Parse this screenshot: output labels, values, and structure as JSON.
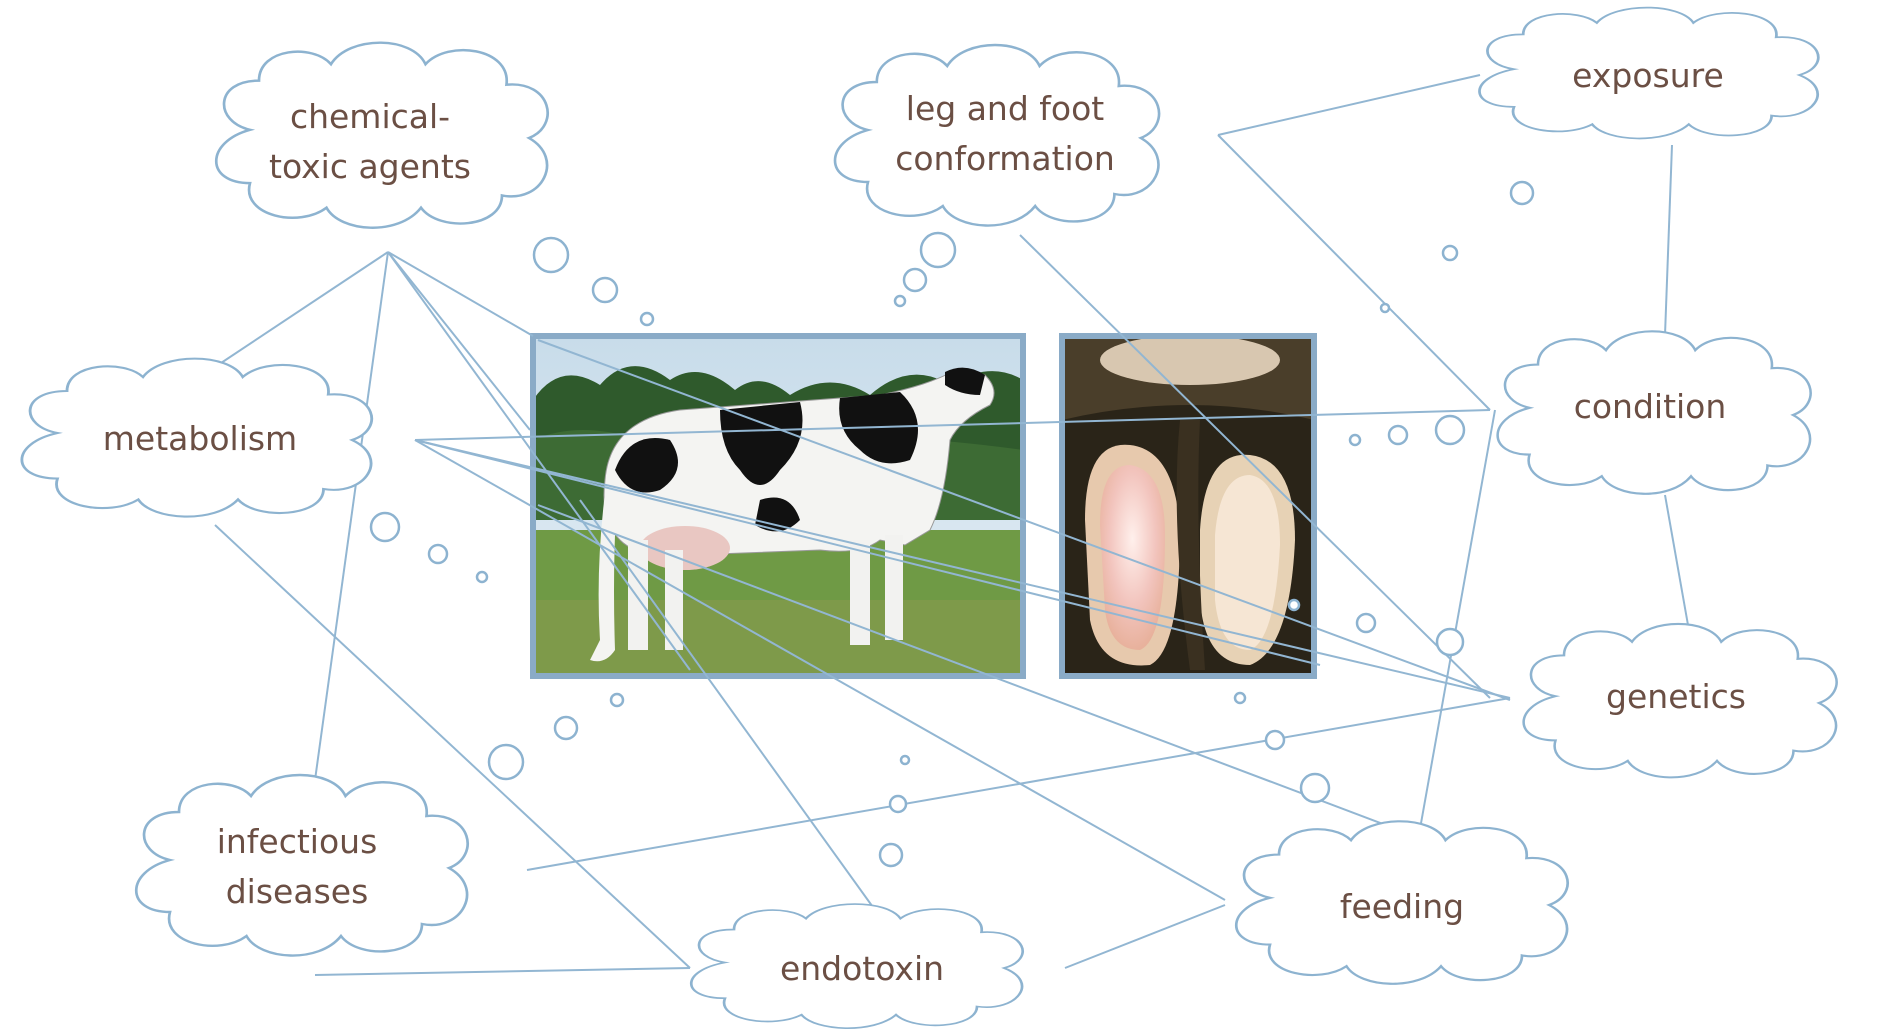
{
  "nodes": {
    "chemical_toxic": {
      "line1": "chemical-",
      "line2": "toxic agents"
    },
    "leg_foot": {
      "line1": "leg and foot",
      "line2": "conformation"
    },
    "exposure": {
      "label": "exposure"
    },
    "metabolism": {
      "label": "metabolism"
    },
    "condition": {
      "label": "condition"
    },
    "genetics": {
      "label": "genetics"
    },
    "infectious": {
      "line1": "infectious",
      "line2": "diseases"
    },
    "endotoxin": {
      "label": "endotoxin"
    },
    "feeding": {
      "label": "feeding"
    }
  },
  "images": {
    "cow": "holstein-cow-photo",
    "hoof": "cow-hoof-sole-photo"
  },
  "colors": {
    "cloud_stroke": "#8db3d0",
    "line": "#92b6d2",
    "text": "#6b4f44",
    "frame": "#8aabc7"
  }
}
